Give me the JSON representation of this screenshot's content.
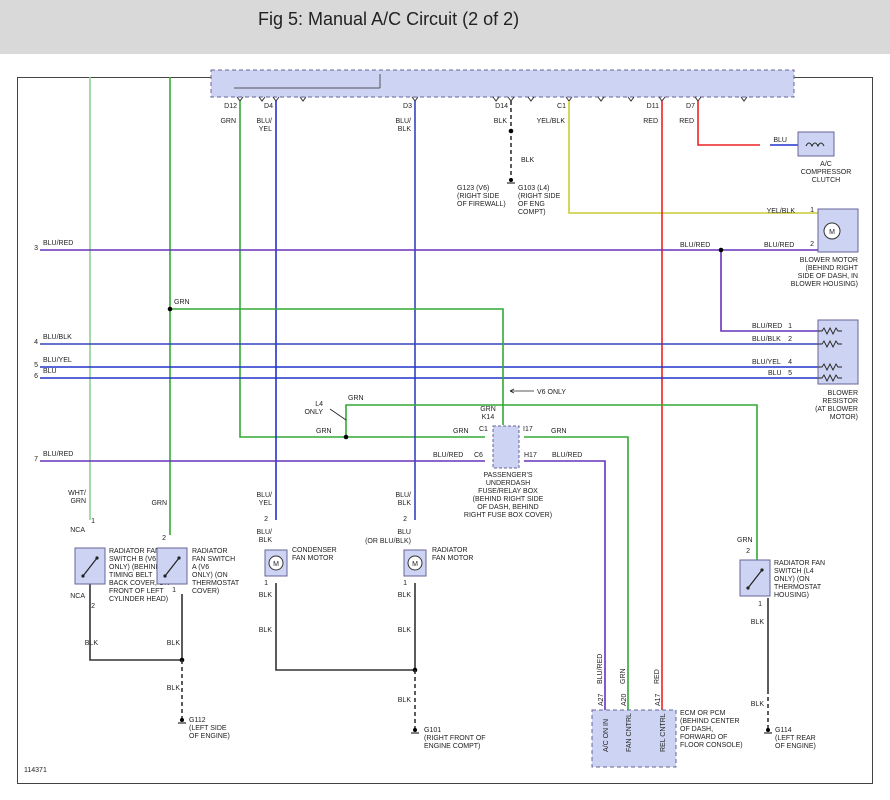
{
  "title": "Fig 5: Manual A/C Circuit (2 of 2)",
  "figure_id": "114371",
  "colors": {
    "grn": "#33aa33",
    "whtgrn": "#8fd08f",
    "blu_red": "#6633bb",
    "blu": "#2233cc",
    "blu_blk": "#3344bb",
    "yel_blk": "#cccc33",
    "red": "#ee2222",
    "blk": "#333333",
    "component_fill": "#cdd3f2",
    "component_stroke": "#666699"
  },
  "top_pins": [
    {
      "pin": "D12",
      "wire": "GRN"
    },
    {
      "pin": "D4",
      "wire": "BLU/ YEL"
    },
    {
      "pin": "D3",
      "wire": "BLU/ BLK"
    },
    {
      "pin": "D14",
      "wire": "BLK"
    },
    {
      "pin": "C1",
      "wire": "YEL/BLK"
    },
    {
      "pin": "D11",
      "wire": "RED"
    },
    {
      "pin": "D7",
      "wire": "RED"
    }
  ],
  "grounds": {
    "g123": "G123 (V6) (RIGHT SIDE OF FIREWALL)",
    "g103": "G103 (L4) (RIGHT SIDE OF ENG COMPT)",
    "g112": "G112 (LEFT SIDE OF ENGINE)",
    "g101": "G101 (RIGHT FRONT OF ENGINE COMPT)",
    "g114": "G114 (LEFT REAR OF ENGINE)"
  },
  "components": {
    "ac_clutch": "A/C COMPRESSOR CLUTCH",
    "blower_motor": "BLOWER MOTOR (BEHIND RIGHT SIDE OF DASH, IN BLOWER HOUSING)",
    "blower_resistor": "BLOWER RESISTOR (AT BLOWER MOTOR)",
    "fuse_box": "PASSENGER'S UNDERDASH FUSE/RELAY BOX (BEHIND RIGHT SIDE OF DASH, BEHIND RIGHT FUSE BOX COVER)",
    "rad_switch_b": "RADIATOR FAN SWITCH B (V6 ONLY) (BEHIND TIMING BELT BACK COVER, ON FRONT OF LEFT CYLINDER HEAD)",
    "rad_switch_a": "RADIATOR FAN SWITCH A (V6 ONLY) (ON THERMOSTAT COVER)",
    "condenser_motor": "CONDENSER FAN MOTOR",
    "radiator_motor": "RADIATOR FAN MOTOR",
    "rad_switch_l4": "RADIATOR FAN SWITCH (L4 ONLY) (ON THERMOSTAT HOUSING)",
    "ecm": "ECM OR PCM (BEHIND CENTER OF DASH, FORWARD OF FLOOR CONSOLE)"
  },
  "ecm_pins": [
    {
      "pin": "A27",
      "label": "A/C ON IN",
      "wire": "BLU/RED"
    },
    {
      "pin": "A20",
      "label": "FAN CNTRL",
      "wire": "GRN"
    },
    {
      "pin": "A17",
      "label": "REL CNTRL",
      "wire": "RED"
    }
  ],
  "left_wires": [
    {
      "num": "3",
      "wire": "BLU/RED"
    },
    {
      "num": "4",
      "wire": "BLU/BLK"
    },
    {
      "num": "5",
      "wire": "BLU/YEL"
    },
    {
      "num": "6",
      "wire": "BLU"
    },
    {
      "num": "7",
      "wire": "BLU/RED"
    }
  ],
  "notes": {
    "v6_only": "V6 ONLY",
    "l4_only": "L4 ONLY",
    "nca": "NCA",
    "or_blu_blk": "(OR BLU/BLK)"
  }
}
